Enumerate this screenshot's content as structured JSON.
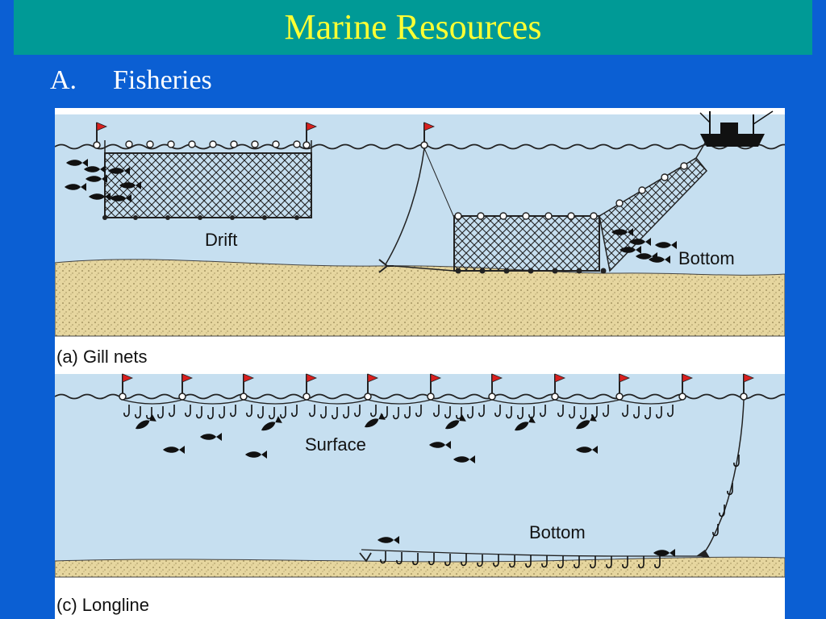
{
  "slide": {
    "title": "Marine Resources",
    "bullet_marker": "A.",
    "bullet_text": "Fisheries"
  },
  "figure": {
    "panel_a": {
      "labels": {
        "drift": "Drift",
        "bottom": "Bottom"
      },
      "caption": "(a) Gill nets"
    },
    "panel_c": {
      "labels": {
        "surface": "Surface",
        "bottom": "Bottom"
      },
      "caption": "(c) Longline"
    }
  },
  "colors": {
    "background": "#0b5fd3",
    "title_bar": "#009a96",
    "title_text": "#ffff33",
    "water": "#c6dff0",
    "sand": "#e6d69f",
    "flag": "#d9201f"
  }
}
